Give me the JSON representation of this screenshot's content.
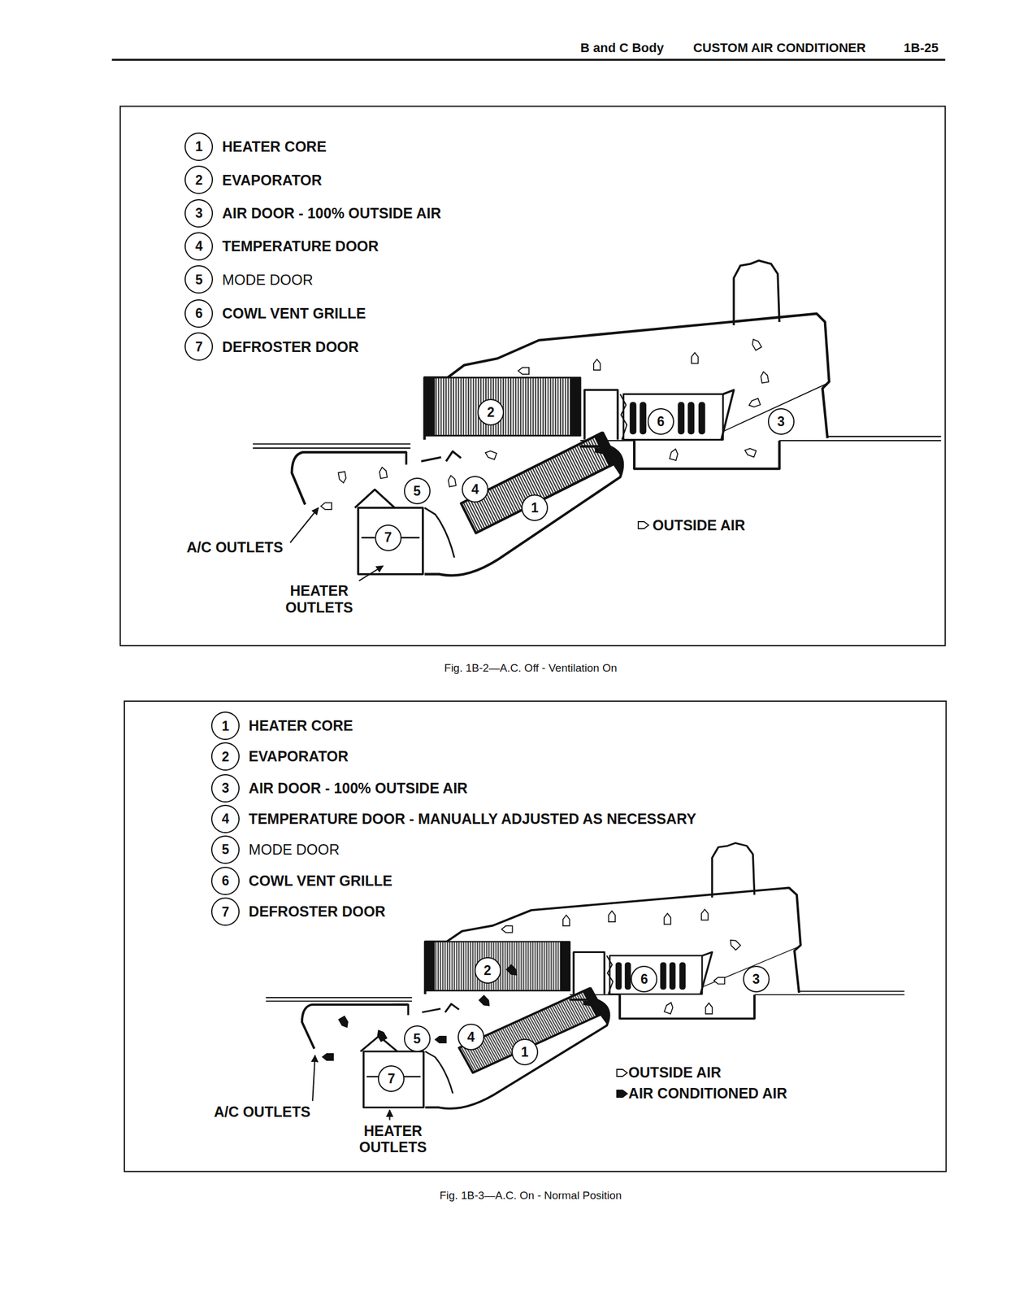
{
  "diagram": {
    "labels": [
      "B and C Body",
      "CUSTOM AIR CONDITIONER",
      "1B-25",
      "1",
      "HEATER CORE",
      "2",
      "EVAPORATOR",
      "3",
      "AIR DOOR - 100% OUTSIDE AIR",
      "4",
      "TEMPERATURE DOOR",
      "5",
      "MODE DOOR",
      "6",
      "COWL VENT GRILLE",
      "7",
      "DEFROSTER DOOR",
      "2",
      "6",
      "3",
      "5",
      "4",
      "1",
      "7",
      "A/C OUTLETS",
      "HEATER OUTLETS",
      "Fig. 1B-2—A.C. Off - Ventilation On",
      "1",
      "HEATER CORE",
      "2",
      "EVAPORATOR",
      "3",
      "AIR DOOR - 100% OUTSIDE AIR",
      "4",
      "TEMPERATURE DOOR - MANUALLY ADJUSTED AS NECESSARY",
      "5",
      "MODE DOOR",
      "6",
      "COWL VENT GRILLE",
      "7",
      "DEFROSTER DOOR",
      "2",
      "6",
      "3",
      "5",
      "4",
      "1",
      "7",
      "A/C OUTLETS",
      "HEATER OUTLETS",
      "Fig. 1B-3—A.C. On - Normal Position"
    ],
    "legend": [
      {
        "text": "OUTSIDE AIR"
      },
      {
        "text": "OUTSIDE AIR"
      },
      {
        "text": "AIR CONDITIONED AIR"
      }
    ]
  }
}
